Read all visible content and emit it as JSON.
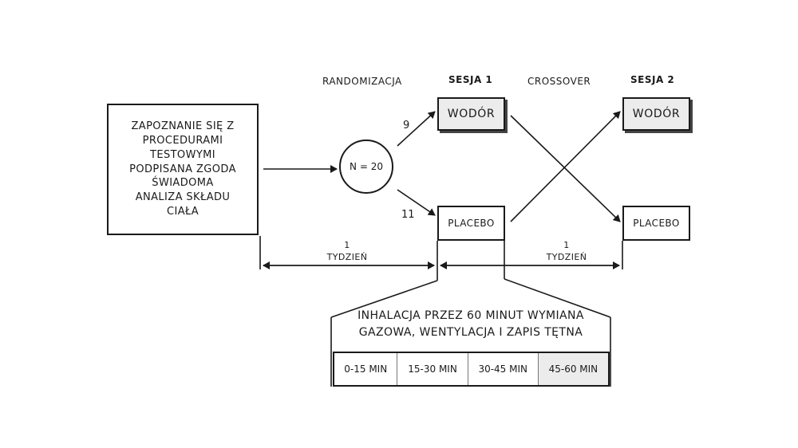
{
  "headers": {
    "randomization": "RANDOMIZACJA",
    "session1": "SESJA 1",
    "crossover": "CROSSOVER",
    "session2": "SESJA 2"
  },
  "intro_box": {
    "lines": [
      "ZAPOZNANIE SIĘ Z",
      "PROCEDURAMI",
      "TESTOWYMI",
      "PODPISANA ZGODA",
      "ŚWIADOMA",
      "ANALIZA SKŁADU",
      "CIAŁA"
    ]
  },
  "randomization_node": {
    "label": "N = 20"
  },
  "group_counts": {
    "upper": "9",
    "lower": "11"
  },
  "session1": {
    "top": "WODÓR",
    "bottom": "PLACEBO"
  },
  "session2": {
    "top": "WODÓR",
    "bottom": "PLACEBO"
  },
  "interval_left": {
    "number": "1",
    "unit": "TYDZIEŃ"
  },
  "interval_right": {
    "number": "1",
    "unit": "TYDZIEŃ"
  },
  "inhalation": {
    "line1": "INHALACJA PRZEZ 60 MINUT WYMIANA",
    "line2": "GAZOWA, WENTYLACJA I ZAPIS TĘTNA",
    "segments": [
      "0-15 MIN",
      "15-30 MIN",
      "30-45 MIN",
      "45-60 MIN"
    ]
  },
  "colors": {
    "line": "#1a1a1a",
    "shade": "#ececec"
  }
}
